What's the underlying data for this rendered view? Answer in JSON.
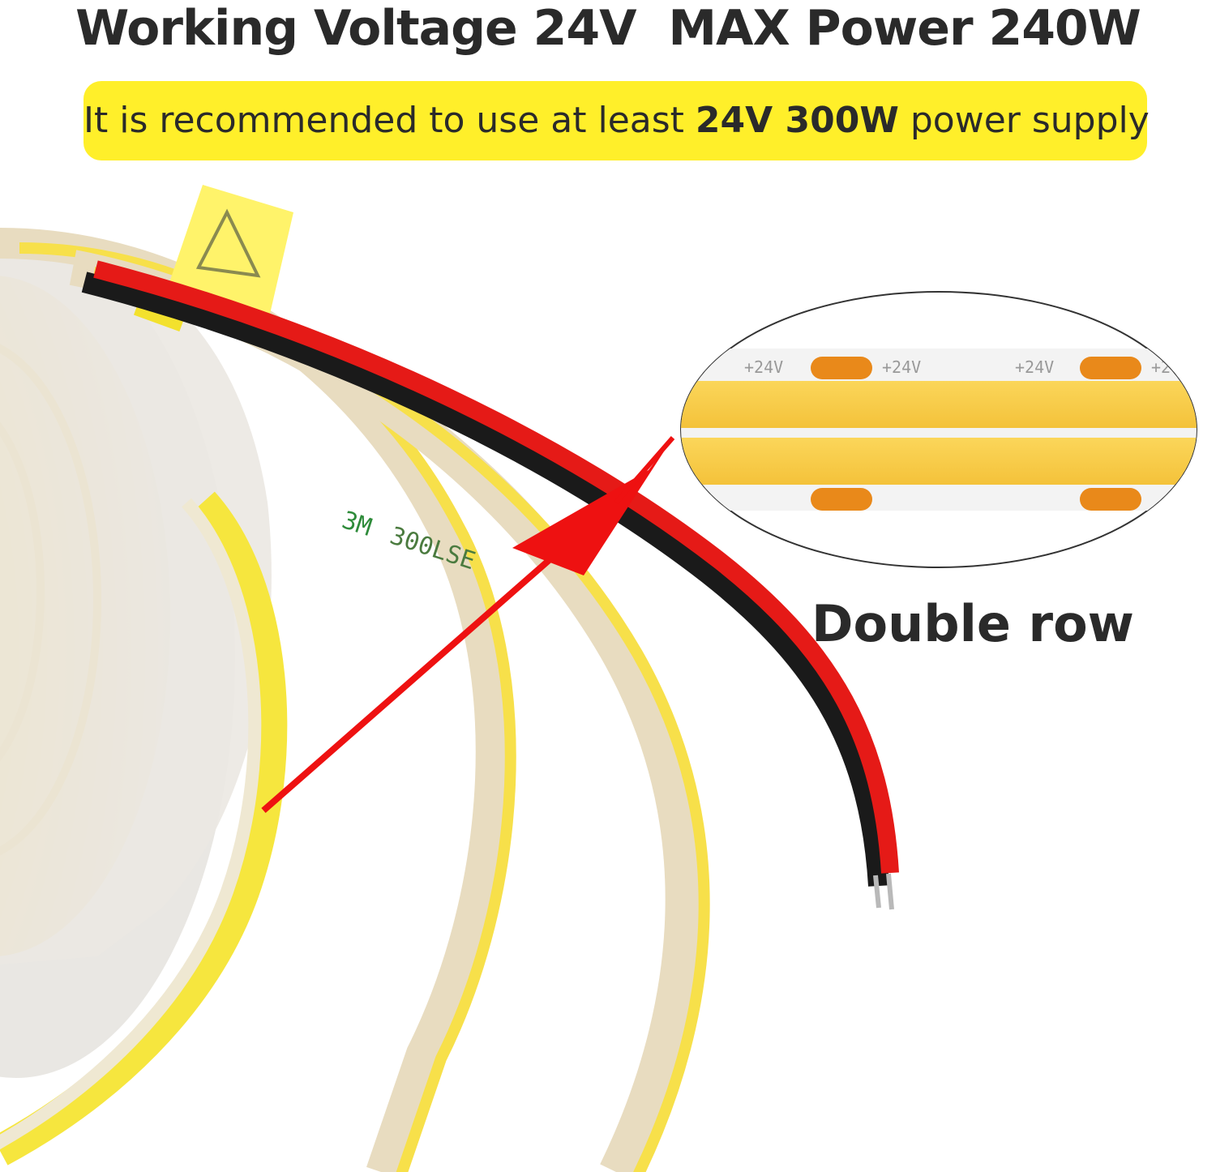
{
  "headline": "Working Voltage 24V  MAX Power 240W",
  "banner": {
    "prefix": "It is recommended to use at least ",
    "highlight": "24V 300W",
    "suffix": " power supply"
  },
  "zoom_label": "Double row",
  "zoom_marking": "+24V",
  "tape_brand": "3M",
  "tape_model": "300LSE",
  "colors": {
    "banner": "#ffef2a",
    "text": "#2a2a2a",
    "led": "#f7c842",
    "pad": "#e9891a",
    "wire_red": "#e51a17",
    "wire_black": "#1a1a1a",
    "arrow": "#ee1111",
    "tape_liner": "#e8dcc0"
  }
}
